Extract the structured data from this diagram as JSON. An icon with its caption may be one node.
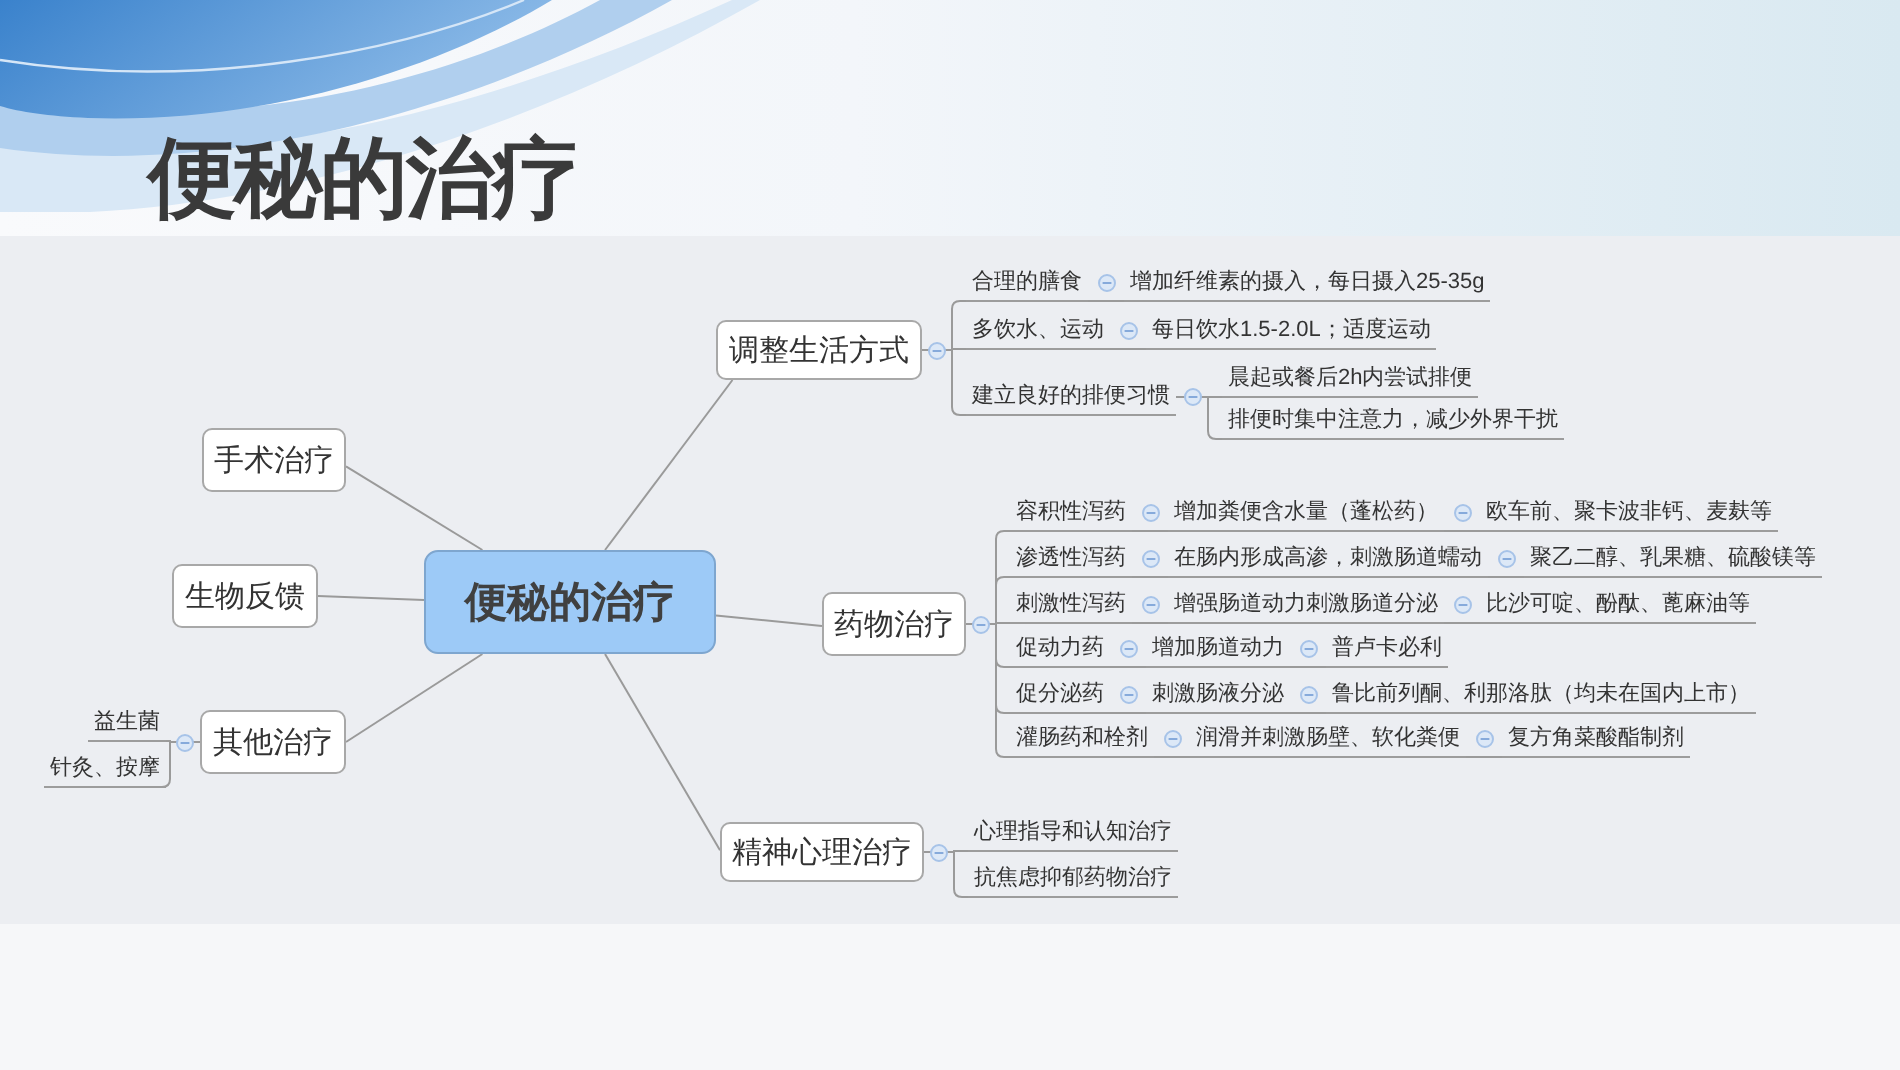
{
  "diagram": {
    "title": "便秘的治疗",
    "nodes": [
      {
        "text": [
          "便秘的治疗"
        ]
      },
      {
        "text": [
          "手术治疗"
        ]
      },
      {
        "text": [
          "生物反馈"
        ]
      },
      {
        "text": [
          "其他治疗"
        ]
      },
      {
        "text": [
          "益生菌"
        ]
      },
      {
        "text": [
          "针灸、按摩"
        ]
      },
      {
        "text": [
          "调整生活方式"
        ]
      },
      {
        "text": [
          "合理的膳食"
        ]
      },
      {
        "text": [
          "增加纤维素的摄入，每日摄入25-35g"
        ]
      },
      {
        "text": [
          "多饮水、运动"
        ]
      },
      {
        "text": [
          "每日饮水1.5-2.0L；适度运动"
        ]
      },
      {
        "text": [
          "建立良好的排便习惯"
        ]
      },
      {
        "text": [
          "晨起或餐后2h内尝试排便"
        ]
      },
      {
        "text": [
          "排便时集中注意力，减少外界干扰"
        ]
      },
      {
        "text": [
          "药物治疗"
        ]
      },
      {
        "text": [
          "容积性泻药"
        ]
      },
      {
        "text": [
          "增加粪便含水量（蓬松药）"
        ]
      },
      {
        "text": [
          "欧车前、聚卡波非钙、麦麸等"
        ]
      },
      {
        "text": [
          "渗透性泻药"
        ]
      },
      {
        "text": [
          "在肠内形成高渗，刺激肠道蠕动"
        ]
      },
      {
        "text": [
          "聚乙二醇、乳果糖、硫酸镁等"
        ]
      },
      {
        "text": [
          "刺激性泻药"
        ]
      },
      {
        "text": [
          "增强肠道动力刺激肠道分泌"
        ]
      },
      {
        "text": [
          "比沙可啶、酚酞、蓖麻油等"
        ]
      },
      {
        "text": [
          "促动力药"
        ]
      },
      {
        "text": [
          "增加肠道动力"
        ]
      },
      {
        "text": [
          "普卢卡必利"
        ]
      },
      {
        "text": [
          "促分泌药"
        ]
      },
      {
        "text": [
          "刺激肠液分泌"
        ]
      },
      {
        "text": [
          "鲁比前列酮、利那洛肽（均未在国内上市）"
        ]
      },
      {
        "text": [
          "灌肠药和栓剂"
        ]
      },
      {
        "text": [
          "润滑并刺激肠壁、软化粪便"
        ]
      },
      {
        "text": [
          "复方角菜酸酯制剂"
        ]
      },
      {
        "text": [
          "精神心理治疗"
        ]
      },
      {
        "text": [
          "心理指导和认知治疗"
        ]
      },
      {
        "text": [
          "抗焦虑抑郁药物治疗"
        ]
      }
    ],
    "edges": [
      {
        "from": 0,
        "to": 1,
        "arrow": "none"
      },
      {
        "from": 0,
        "to": 2,
        "arrow": "none"
      },
      {
        "from": 0,
        "to": 3,
        "arrow": "none"
      },
      {
        "from": 3,
        "to": 4,
        "arrow": "none"
      },
      {
        "from": 3,
        "to": 5,
        "arrow": "none"
      },
      {
        "from": 0,
        "to": 6,
        "arrow": "none"
      },
      {
        "from": 6,
        "to": 7,
        "arrow": "none"
      },
      {
        "from": 7,
        "to": 8,
        "arrow": "none"
      },
      {
        "from": 6,
        "to": 9,
        "arrow": "none"
      },
      {
        "from": 9,
        "to": 10,
        "arrow": "none"
      },
      {
        "from": 6,
        "to": 11,
        "arrow": "none"
      },
      {
        "from": 11,
        "to": 12,
        "arrow": "none"
      },
      {
        "from": 11,
        "to": 13,
        "arrow": "none"
      },
      {
        "from": 0,
        "to": 14,
        "arrow": "none"
      },
      {
        "from": 14,
        "to": 15,
        "arrow": "none"
      },
      {
        "from": 15,
        "to": 16,
        "arrow": "none"
      },
      {
        "from": 16,
        "to": 17,
        "arrow": "none"
      },
      {
        "from": 14,
        "to": 18,
        "arrow": "none"
      },
      {
        "from": 18,
        "to": 19,
        "arrow": "none"
      },
      {
        "from": 19,
        "to": 20,
        "arrow": "none"
      },
      {
        "from": 14,
        "to": 21,
        "arrow": "none"
      },
      {
        "from": 21,
        "to": 22,
        "arrow": "none"
      },
      {
        "from": 22,
        "to": 23,
        "arrow": "none"
      },
      {
        "from": 14,
        "to": 24,
        "arrow": "none"
      },
      {
        "from": 24,
        "to": 25,
        "arrow": "none"
      },
      {
        "from": 25,
        "to": 26,
        "arrow": "none"
      },
      {
        "from": 14,
        "to": 27,
        "arrow": "none"
      },
      {
        "from": 27,
        "to": 28,
        "arrow": "none"
      },
      {
        "from": 28,
        "to": 29,
        "arrow": "none"
      },
      {
        "from": 14,
        "to": 30,
        "arrow": "none"
      },
      {
        "from": 30,
        "to": 31,
        "arrow": "none"
      },
      {
        "from": 31,
        "to": 32,
        "arrow": "none"
      },
      {
        "from": 0,
        "to": 33,
        "arrow": "none"
      },
      {
        "from": 33,
        "to": 34,
        "arrow": "none"
      },
      {
        "from": 33,
        "to": 35,
        "arrow": "none"
      }
    ]
  }
}
